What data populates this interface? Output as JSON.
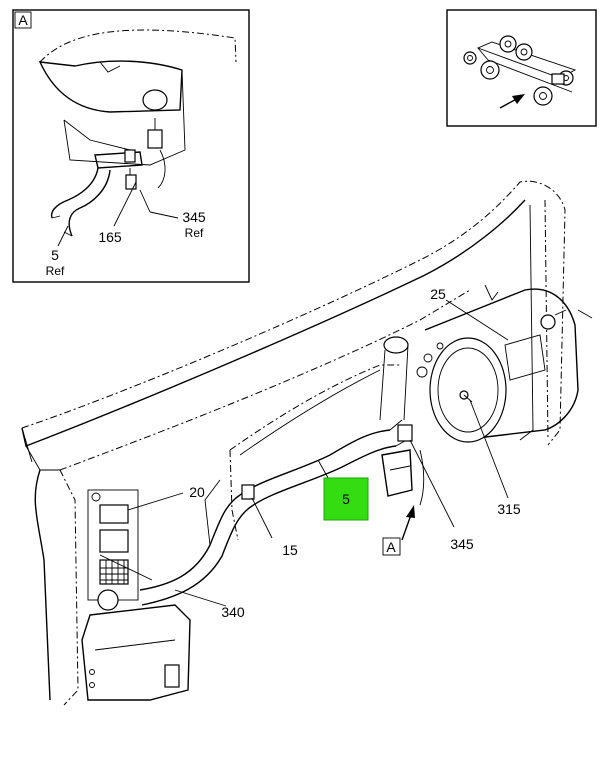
{
  "detail_view": {
    "letter": "A",
    "callouts": [
      {
        "id": "c165",
        "text": "165"
      },
      {
        "id": "c345",
        "text": "345",
        "sub": "Ref"
      },
      {
        "id": "c5",
        "text": "5",
        "sub": "Ref"
      }
    ]
  },
  "main_view": {
    "view_marker": "A",
    "callouts": [
      {
        "id": "c25",
        "text": "25"
      },
      {
        "id": "c20",
        "text": "20"
      },
      {
        "id": "c15",
        "text": "15"
      },
      {
        "id": "c340",
        "text": "340"
      },
      {
        "id": "c315",
        "text": "315"
      },
      {
        "id": "c345",
        "text": "345"
      }
    ],
    "highlight": {
      "text": "5",
      "color": "#33dd11"
    }
  },
  "colors": {
    "line": "#000000",
    "highlight_fill": "#33dd11",
    "highlight_border": "#1fa30a"
  }
}
